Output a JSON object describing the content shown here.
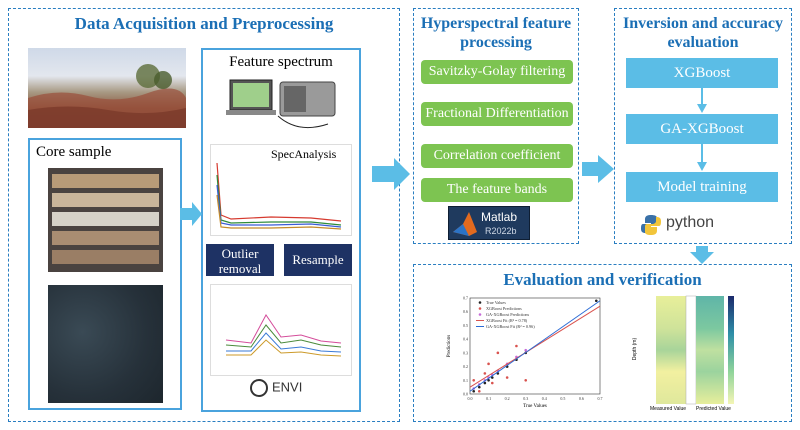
{
  "panels": {
    "acquisition": {
      "title": "Data Acquisition and Preprocessing",
      "core_sample_label": "Core sample",
      "feature_spectrum_label": "Feature spectrum",
      "specanalysis_label": "SpecAnalysis",
      "outlier_label": "Outlier removal",
      "resample_label": "Resample",
      "envi_label": "ENVI"
    },
    "hyperspectral": {
      "title": "Hyperspectral feature processing",
      "steps": [
        "Savitzky-Golay filtering",
        "Fractional Differentiation",
        "Correlation coefficient",
        "The feature bands"
      ],
      "software": "Matlab",
      "software_version": "R2022b"
    },
    "inversion": {
      "title": "Inversion and accuracy evaluation",
      "steps": [
        "XGBoost",
        "GA-XGBoost",
        "Model training"
      ],
      "software": "python"
    },
    "evaluation": {
      "title": "Evaluation and verification",
      "scatter_xlabel": "True Values",
      "scatter_ylabel": "Predictions",
      "legend": [
        "True Values",
        "XGBoost Predictions",
        "GA-XGBoost Predictions",
        "XGBoost Fit (R² = 0.78)",
        "GA-XGBoost Fit (R² = 0.96)"
      ],
      "heatmap_ylabel": "Depth (m)",
      "heatmap_xlabels": [
        "Measured Value",
        "Predicted Value"
      ]
    }
  },
  "colors": {
    "accent": "#2a7ec1",
    "green": "#7dc451",
    "blue_box": "#5bbde6",
    "navy": "#1e3264",
    "arrow": "#5bbde6"
  },
  "chart_data": [
    {
      "type": "scatter",
      "xlabel": "True Values",
      "ylabel": "Predictions",
      "xlim": [
        0.0,
        0.7
      ],
      "ylim": [
        0.0,
        0.7
      ],
      "series": [
        {
          "name": "True Values",
          "x": [
            0.02,
            0.05,
            0.08,
            0.1,
            0.12,
            0.15,
            0.2,
            0.25,
            0.3,
            0.68
          ],
          "y": [
            0.02,
            0.05,
            0.08,
            0.1,
            0.12,
            0.15,
            0.2,
            0.25,
            0.3,
            0.68
          ]
        },
        {
          "name": "XGBoost Predictions",
          "x": [
            0.02,
            0.05,
            0.08,
            0.1,
            0.12,
            0.15,
            0.2,
            0.25,
            0.3
          ],
          "y": [
            0.1,
            0.02,
            0.15,
            0.22,
            0.08,
            0.3,
            0.12,
            0.35,
            0.1
          ]
        },
        {
          "name": "GA-XGBoost Predictions",
          "x": [
            0.02,
            0.05,
            0.08,
            0.1,
            0.12,
            0.15,
            0.2,
            0.25,
            0.3
          ],
          "y": [
            0.04,
            0.07,
            0.1,
            0.12,
            0.14,
            0.17,
            0.22,
            0.27,
            0.32
          ]
        },
        {
          "name": "XGBoost Fit (R² = 0.78)",
          "x": [
            0.0,
            0.7
          ],
          "y": [
            0.05,
            0.64
          ]
        },
        {
          "name": "GA-XGBoost Fit (R² = 0.96)",
          "x": [
            0.0,
            0.7
          ],
          "y": [
            0.02,
            0.68
          ]
        }
      ]
    }
  ]
}
